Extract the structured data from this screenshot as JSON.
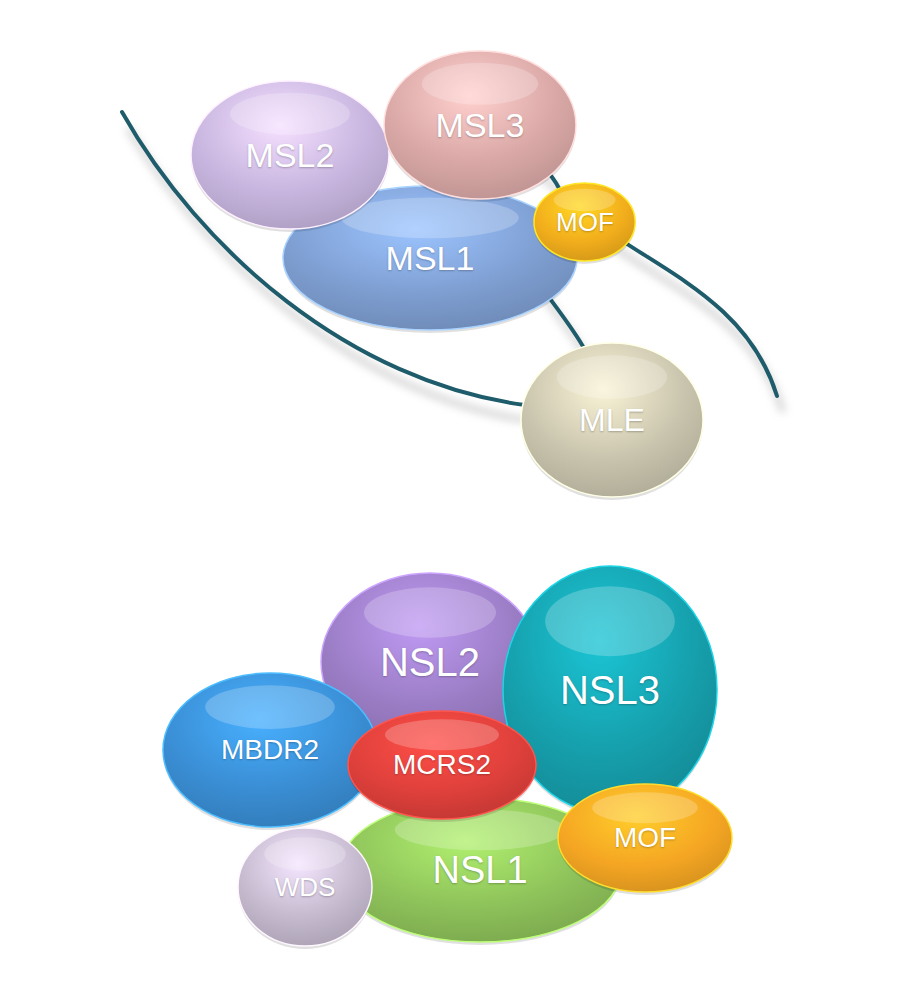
{
  "diagram": {
    "nodes": [
      {
        "text": [
          "MSL2"
        ]
      },
      {
        "text": [
          "MSL3"
        ]
      },
      {
        "text": [
          "MSL1"
        ]
      },
      {
        "text": [
          "MOF"
        ]
      },
      {
        "text": [
          "MLE"
        ]
      },
      {
        "text": [
          "NSL2"
        ]
      },
      {
        "text": [
          "NSL3"
        ]
      },
      {
        "text": [
          "MBDR2"
        ]
      },
      {
        "text": [
          "MCRS2"
        ]
      },
      {
        "text": [
          "NSL1"
        ]
      },
      {
        "text": [
          "MOF"
        ]
      },
      {
        "text": [
          "WDS"
        ]
      }
    ]
  }
}
